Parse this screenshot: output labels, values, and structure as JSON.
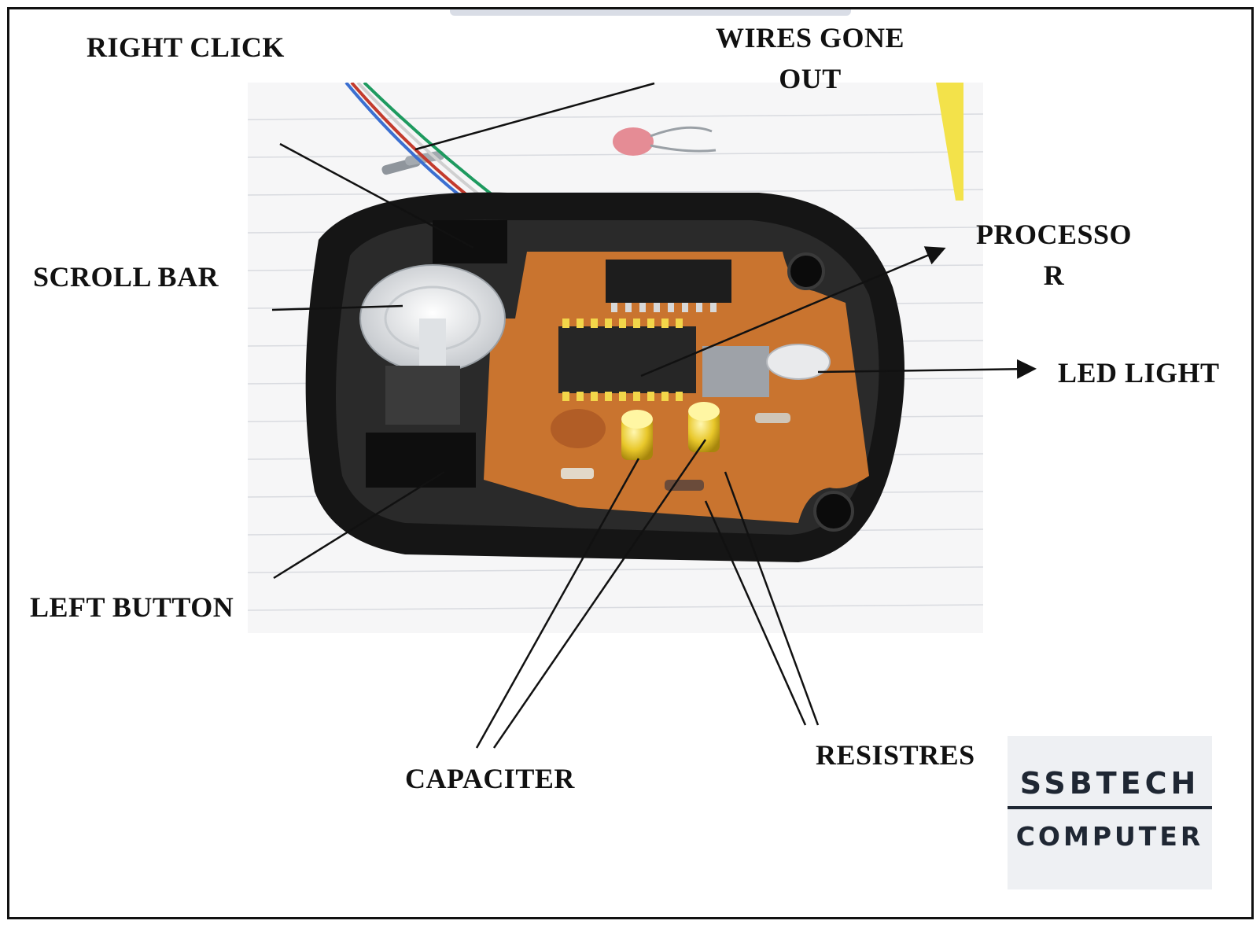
{
  "labels": {
    "right_click": "RIGHT CLICK",
    "wires_line1": "WIRES GONE",
    "wires_line2": "OUT",
    "scroll_bar": "SCROLL BAR",
    "processor_line1": "PROCESSO",
    "processor_line2": "R",
    "led_light": "LED LIGHT",
    "left_button": "LEFT BUTTON",
    "capaciter": "CAPACITER",
    "resistres": "RESISTRES"
  },
  "badge": {
    "line1": "SSBTECH",
    "line2": "COMPUTER"
  },
  "colors": {
    "pcb": "#c9742f",
    "shell": "#151515",
    "text": "#111111",
    "badge_bg": "#eef0f3",
    "badge_text": "#1f2733"
  }
}
